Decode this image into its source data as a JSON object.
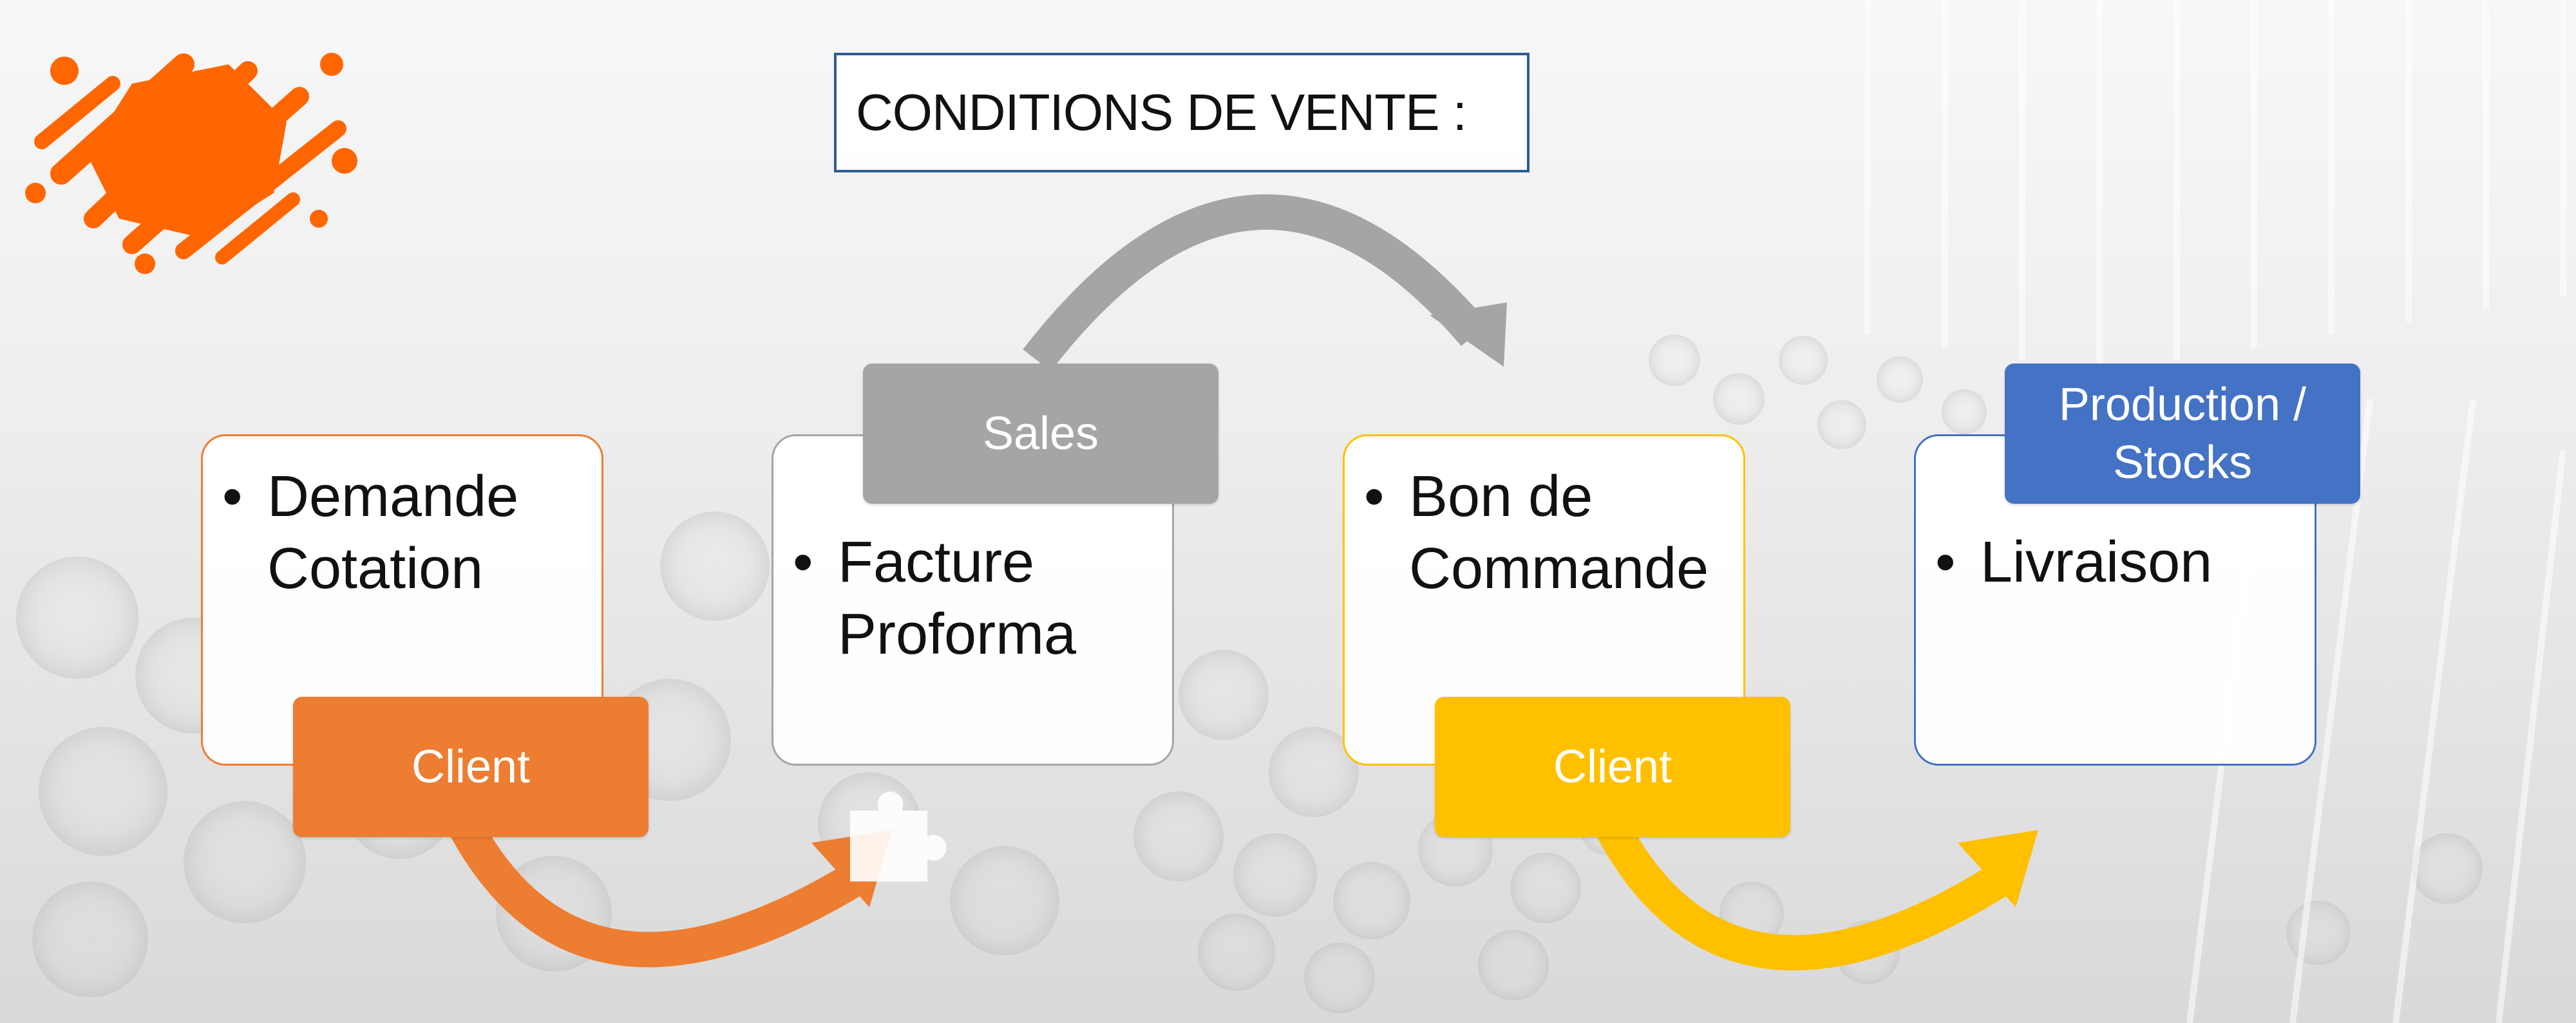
{
  "title": "CONDITIONS DE VENTE :",
  "steps": [
    {
      "text_line1": "Demande",
      "text_line2": "Cotation",
      "tag": "Client",
      "color": "#ed7d31"
    },
    {
      "text_line1": "Facture",
      "text_line2": "Proforma",
      "tag": "Sales",
      "color": "#a5a5a5"
    },
    {
      "text_line1": "Bon de",
      "text_line2": "Commande",
      "tag": "Client",
      "color": "#ffc000"
    },
    {
      "text_line1": "Livraison",
      "text_line2": "",
      "tag_line1": "Production /",
      "tag_line2": "Stocks",
      "color": "#4472c4"
    }
  ],
  "colors": {
    "logo": "#ff6600",
    "title_border": "#2e5c94",
    "arrow_orange": "#ed7d31",
    "arrow_gray": "#a5a5a5",
    "arrow_yellow": "#ffc000"
  },
  "icons": {
    "logo": "paint-splash-logo",
    "bullet": "bullet-dot",
    "puzzle": "puzzle-piece-icon"
  }
}
